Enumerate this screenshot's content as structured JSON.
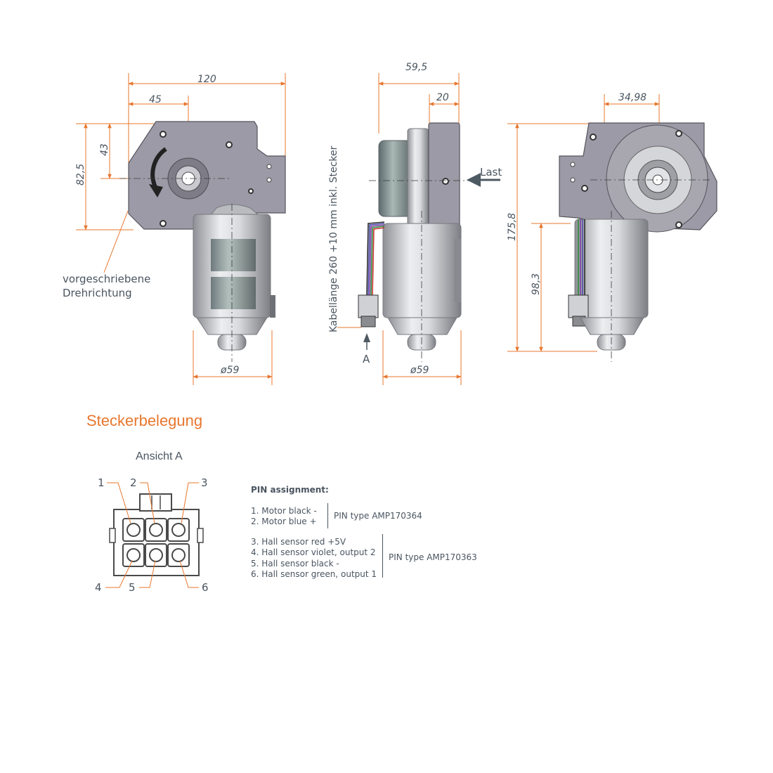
{
  "views": {
    "front": {
      "dim_width": "120",
      "dim_offset": "45",
      "dim_height_total": "82,5",
      "dim_height_shaft": "43",
      "dim_diameter": "ø59",
      "note_line1": "vorgeschriebene",
      "note_line2": "Drehrichtung"
    },
    "side": {
      "dim_width": "59,5",
      "dim_offset": "20",
      "dim_diameter": "ø59",
      "cable_label": "Kabellänge 260 +10 mm inkl. Stecker",
      "load_label": "Last",
      "view_marker": "A"
    },
    "rear": {
      "dim_offset": "34,98",
      "dim_height_total": "175,8",
      "dim_height_body": "98,3"
    }
  },
  "connector": {
    "heading": "Steckerbelegung",
    "view_label": "Ansicht A",
    "pin_numbers": [
      "1",
      "2",
      "3",
      "4",
      "5",
      "6"
    ],
    "title": "PIN assignment:",
    "group1": {
      "pins": [
        "1. Motor black -",
        "2. Motor blue +"
      ],
      "type": "PIN type AMP170364"
    },
    "group2": {
      "pins": [
        "3. Hall sensor red +5V",
        "4. Hall sensor violet, output 2",
        "5. Hall sensor black -",
        "6. Hall sensor green, output 1"
      ],
      "type": "PIN type AMP170363"
    }
  },
  "colors": {
    "accent": "#e8772e",
    "text": "#4a5560",
    "plate": "#9c9aa6"
  }
}
